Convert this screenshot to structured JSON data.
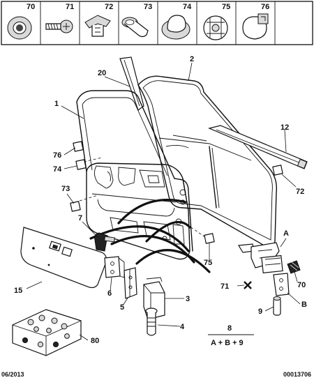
{
  "header_parts": [
    {
      "id": "ref-70",
      "label": "70",
      "icon": "grommet-icon"
    },
    {
      "id": "ref-71",
      "label": "71",
      "icon": "screw-icon"
    },
    {
      "id": "ref-72",
      "label": "72",
      "icon": "clip-icon"
    },
    {
      "id": "ref-73",
      "label": "73",
      "icon": "plug-icon"
    },
    {
      "id": "ref-74",
      "label": "74",
      "icon": "round-plug-icon"
    },
    {
      "id": "ref-75",
      "label": "75",
      "icon": "cross-cap-icon"
    },
    {
      "id": "ref-76",
      "label": "76",
      "icon": "dome-cap-icon"
    }
  ],
  "callouts": {
    "c1": "1",
    "c2": "2",
    "c3": "3",
    "c4": "4",
    "c5": "5",
    "c6": "6",
    "c7": "7",
    "c8": "8",
    "c9": "9",
    "c12": "12",
    "c15": "15",
    "c20": "20",
    "c70": "70",
    "c71": "71",
    "c72": "72",
    "c73": "73",
    "c74": "74",
    "c75": "75",
    "c76": "76",
    "c80": "80",
    "cA": "A",
    "cB": "B"
  },
  "formula": "A + B + 9",
  "footer": {
    "date": "06/2013",
    "ref": "00013706"
  }
}
